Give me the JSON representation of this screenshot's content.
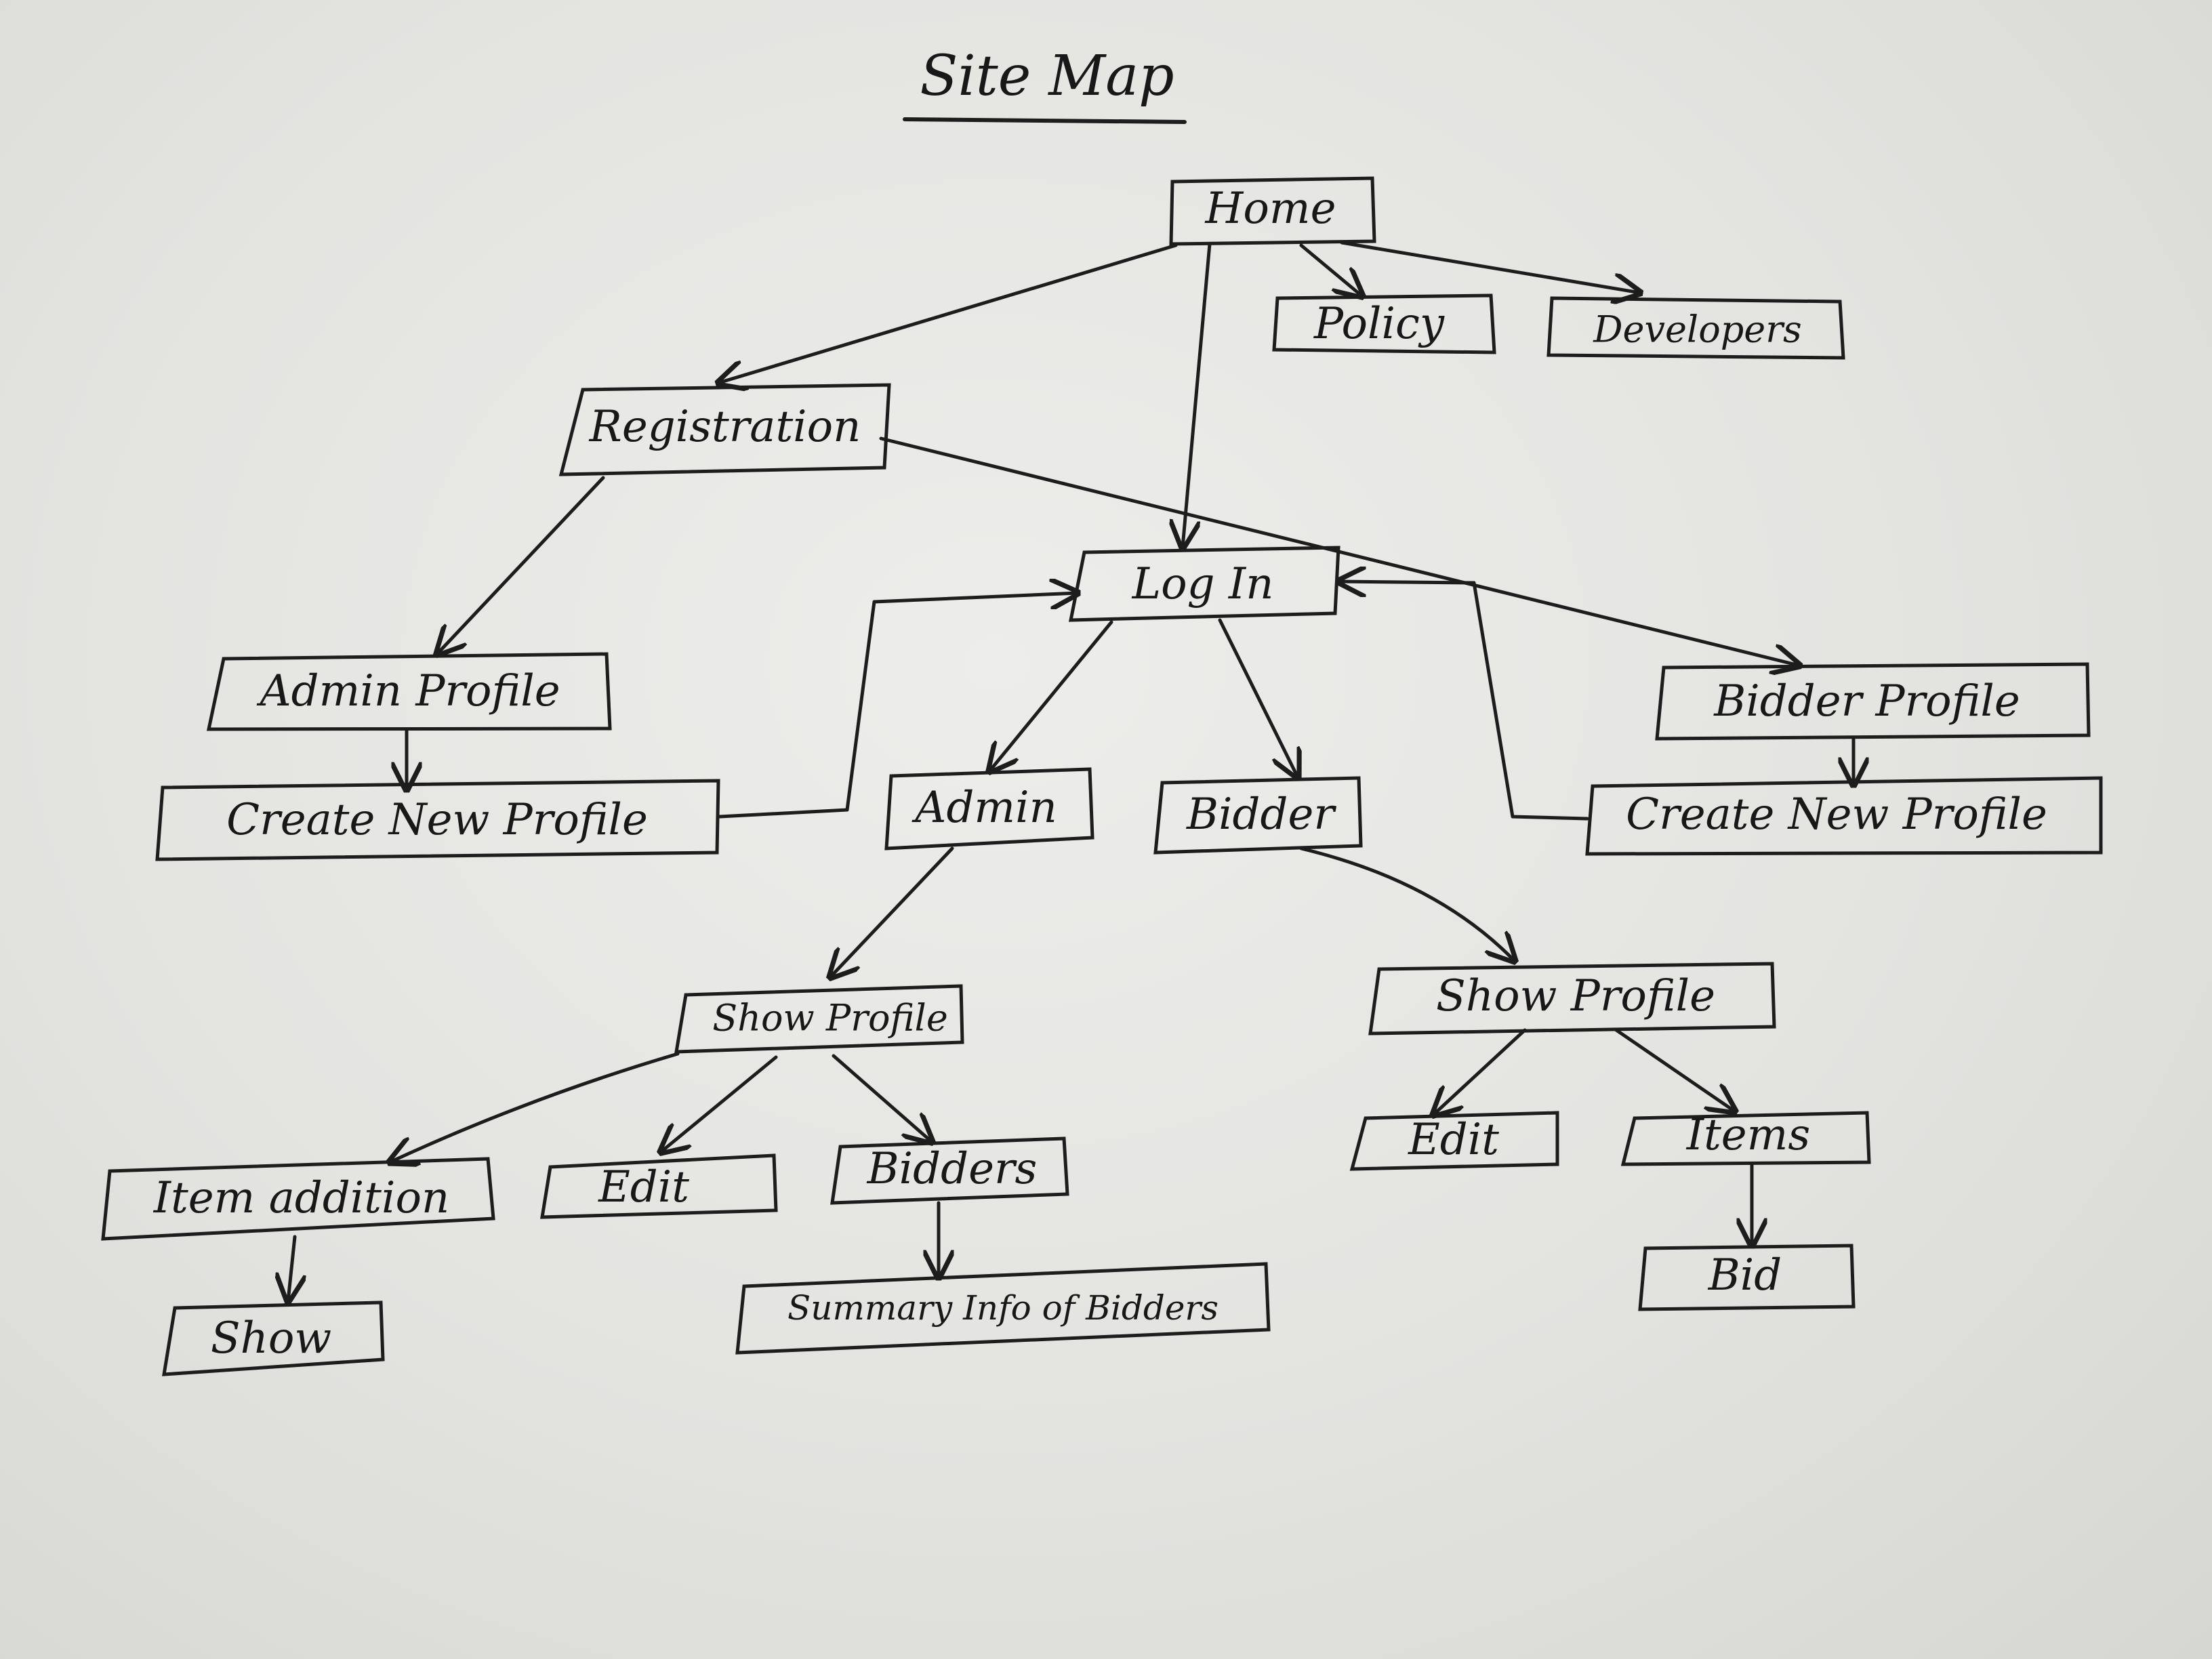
{
  "title": "Site Map",
  "nodes": {
    "home": "Home",
    "policy": "Policy",
    "developers": "Developers",
    "registration": "Registration",
    "log_in": "Log In",
    "admin_profile": "Admin Profile",
    "create_new_profile_left": "Create New Profile",
    "bidder_profile": "Bidder Profile",
    "create_new_profile_right": "Create New Profile",
    "admin": "Admin",
    "bidder": "Bidder",
    "show_profile_admin": "Show Profile",
    "show_profile_bidder": "Show Profile",
    "item_addition": "Item addition",
    "edit_admin": "Edit",
    "bidders": "Bidders",
    "show": "Show",
    "summary_info_of_bidders": "Summary Info of Bidders",
    "edit_bidder": "Edit",
    "items": "Items",
    "bid": "Bid"
  },
  "edges": [
    [
      "Home",
      "Registration"
    ],
    [
      "Home",
      "Log In"
    ],
    [
      "Home",
      "Policy"
    ],
    [
      "Home",
      "Developers"
    ],
    [
      "Registration",
      "Admin Profile"
    ],
    [
      "Registration",
      "Bidder Profile"
    ],
    [
      "Admin Profile",
      "Create New Profile"
    ],
    [
      "Create New Profile",
      "Log In"
    ],
    [
      "Bidder Profile",
      "Create New Profile"
    ],
    [
      "Create New Profile",
      "Log In"
    ],
    [
      "Log In",
      "Admin"
    ],
    [
      "Log In",
      "Bidder"
    ],
    [
      "Admin",
      "Show Profile"
    ],
    [
      "Bidder",
      "Show Profile"
    ],
    [
      "Show Profile",
      "Item addition"
    ],
    [
      "Show Profile",
      "Edit"
    ],
    [
      "Show Profile",
      "Bidders"
    ],
    [
      "Item addition",
      "Show"
    ],
    [
      "Bidders",
      "Summary Info of Bidders"
    ],
    [
      "Show Profile",
      "Edit"
    ],
    [
      "Show Profile",
      "Items"
    ],
    [
      "Items",
      "Bid"
    ]
  ]
}
